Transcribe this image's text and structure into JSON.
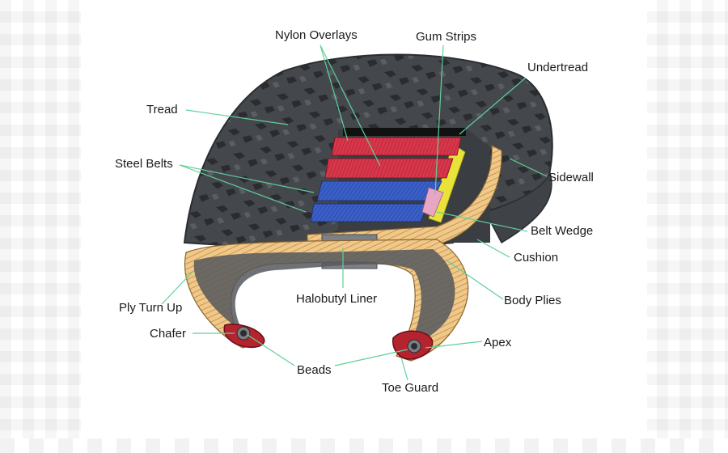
{
  "labels": {
    "nylon_overlays": "Nylon Overlays",
    "gum_strips": "Gum Strips",
    "undertread": "Undertread",
    "tread": "Tread",
    "steel_belts": "Steel Belts",
    "sidewall": "Sidewall",
    "belt_wedge": "Belt Wedge",
    "cushion": "Cushion",
    "body_plies": "Body Plies",
    "halobutyl_liner": "Halobutyl Liner",
    "ply_turn_up": "Ply Turn Up",
    "chafer": "Chafer",
    "apex": "Apex",
    "beads": "Beads",
    "toe_guard": "Toe Guard"
  },
  "colors": {
    "tread_rubber": "#4a4d52",
    "tread_dark": "#2d2f33",
    "nylon_overlay": "#d8364a",
    "steel_belt": "#3a5fc8",
    "gum_strip": "#e9e23a",
    "body_ply": "#f0c98a",
    "leader_line": "#5fd19a"
  }
}
